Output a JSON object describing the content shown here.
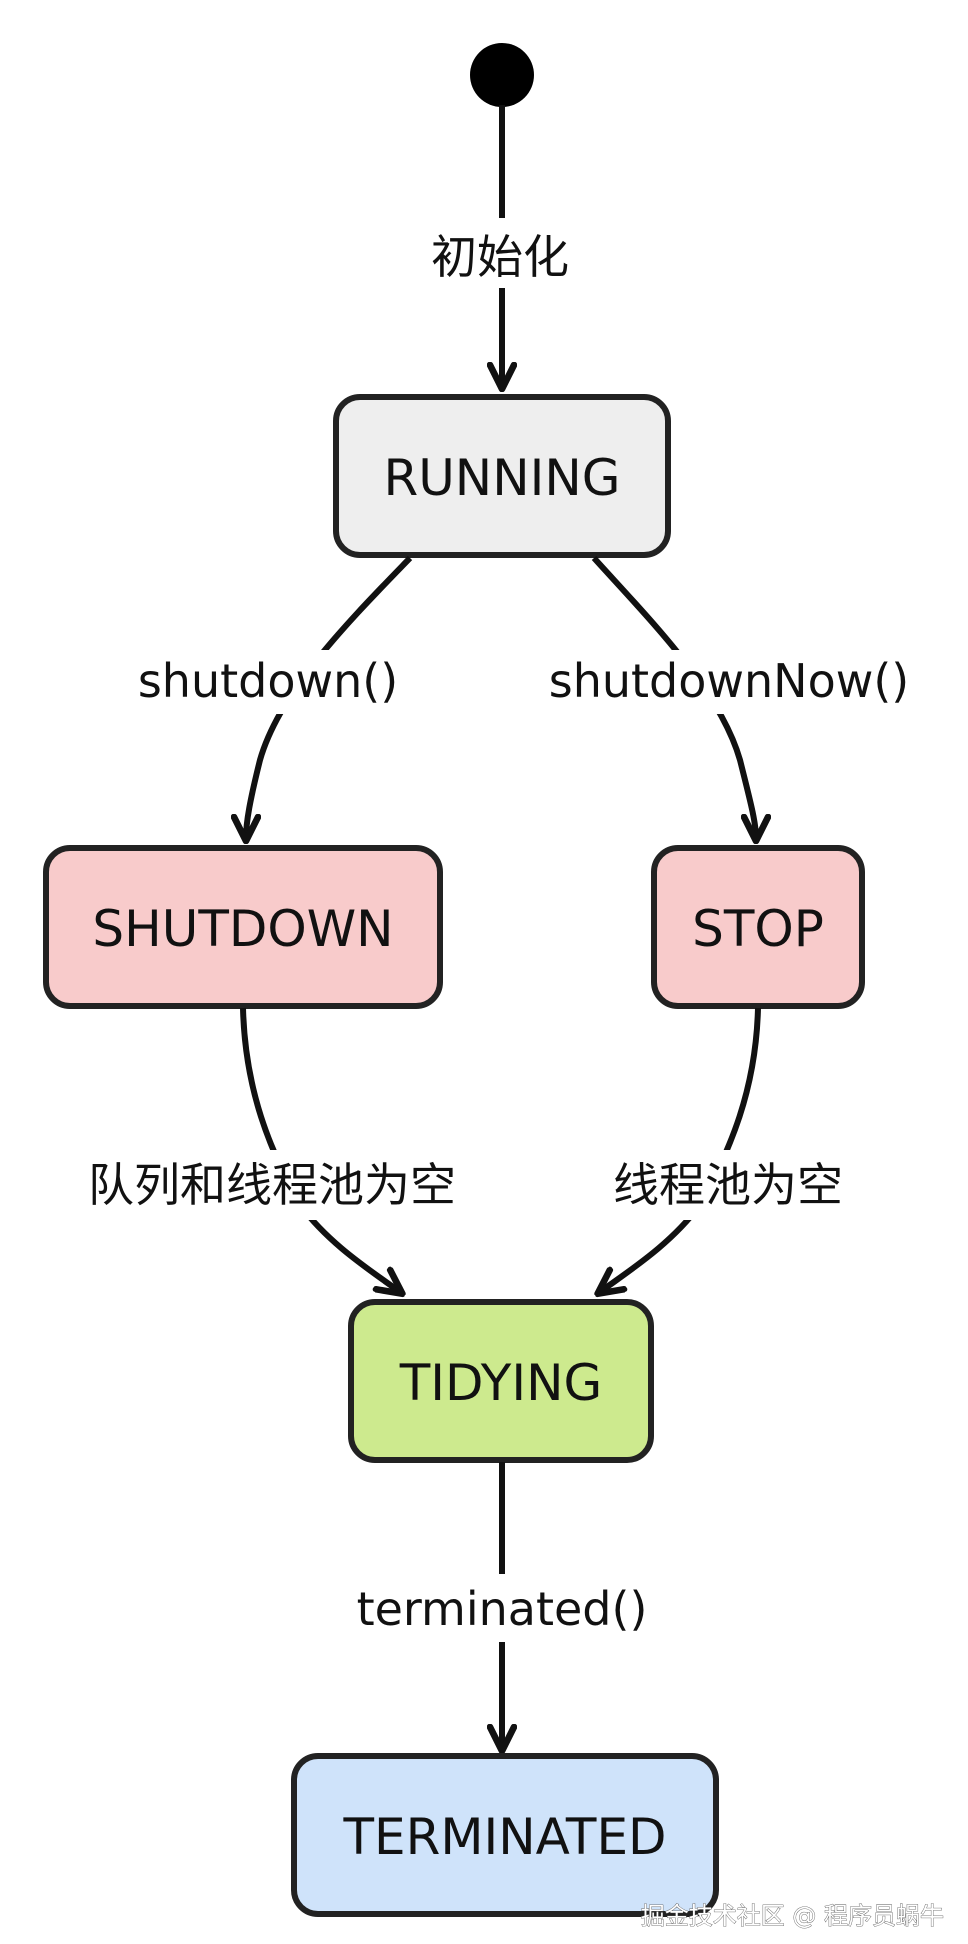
{
  "diagram": {
    "start": {
      "transition_label": "初始化"
    },
    "states": {
      "running": {
        "label": "RUNNING",
        "fill": "#eeeeee"
      },
      "shutdown": {
        "label": "SHUTDOWN",
        "fill": "#f8cbcb"
      },
      "stop": {
        "label": "STOP",
        "fill": "#f8cbcb"
      },
      "tidying": {
        "label": "TIDYING",
        "fill": "#cdea8e"
      },
      "terminated": {
        "label": "TERMINATED",
        "fill": "#cfe3fa"
      }
    },
    "transitions": {
      "running_to_shutdown": "shutdown()",
      "running_to_stop": "shutdownNow()",
      "shutdown_to_tidying": "队列和线程池为空",
      "stop_to_tidying": "线程池为空",
      "tidying_to_terminated": "terminated()"
    }
  },
  "watermark": {
    "text": "掘金技术社区 @ 程序员蜗牛"
  }
}
